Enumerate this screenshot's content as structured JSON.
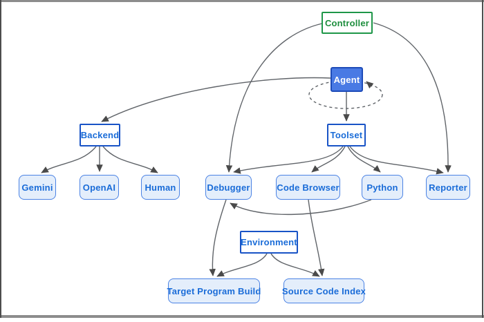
{
  "diagram": {
    "title": "agent-architecture-diagram",
    "nodes": {
      "controller": {
        "label": "Controller",
        "style": "outline-green"
      },
      "agent": {
        "label": "Agent",
        "style": "solid-blue"
      },
      "backend": {
        "label": "Backend",
        "style": "outline-blue"
      },
      "toolset": {
        "label": "Toolset",
        "style": "outline-blue"
      },
      "gemini": {
        "label": "Gemini",
        "style": "light-blue"
      },
      "openai": {
        "label": "OpenAI",
        "style": "light-blue"
      },
      "human": {
        "label": "Human",
        "style": "light-blue"
      },
      "debugger": {
        "label": "Debugger",
        "style": "light-blue"
      },
      "code_browser": {
        "label": "Code Browser",
        "style": "light-blue"
      },
      "python": {
        "label": "Python",
        "style": "light-blue"
      },
      "reporter": {
        "label": "Reporter",
        "style": "light-blue"
      },
      "environment": {
        "label": "Environment",
        "style": "outline-blue"
      },
      "target_program_build": {
        "label": "Target Program Build",
        "style": "light-blue"
      },
      "source_code_index": {
        "label": "Source Code Index",
        "style": "light-blue"
      }
    },
    "edges": [
      {
        "from": "controller",
        "to": "debugger",
        "style": "solid"
      },
      {
        "from": "controller",
        "to": "reporter",
        "style": "solid"
      },
      {
        "from": "agent",
        "to": "backend",
        "style": "solid"
      },
      {
        "from": "agent",
        "to": "toolset",
        "style": "solid"
      },
      {
        "from": "agent",
        "to": "agent",
        "style": "dashed",
        "note": "self-loop"
      },
      {
        "from": "backend",
        "to": "gemini",
        "style": "solid"
      },
      {
        "from": "backend",
        "to": "openai",
        "style": "solid"
      },
      {
        "from": "backend",
        "to": "human",
        "style": "solid"
      },
      {
        "from": "toolset",
        "to": "debugger",
        "style": "solid"
      },
      {
        "from": "toolset",
        "to": "code_browser",
        "style": "solid"
      },
      {
        "from": "toolset",
        "to": "python",
        "style": "solid"
      },
      {
        "from": "toolset",
        "to": "reporter",
        "style": "solid"
      },
      {
        "from": "python",
        "to": "debugger",
        "style": "solid"
      },
      {
        "from": "debugger",
        "to": "target_program_build",
        "style": "solid"
      },
      {
        "from": "code_browser",
        "to": "source_code_index",
        "style": "solid"
      },
      {
        "from": "environment",
        "to": "target_program_build",
        "style": "solid"
      },
      {
        "from": "environment",
        "to": "source_code_index",
        "style": "solid"
      }
    ],
    "colors": {
      "accent_green": "#1e8e3e",
      "accent_blue": "#1a6cd8",
      "node_fill_solid": "#497ae4",
      "node_fill_light": "#e4eefb",
      "edge_gray": "#5f6368",
      "frame_gray": "#8c8c8c"
    }
  }
}
